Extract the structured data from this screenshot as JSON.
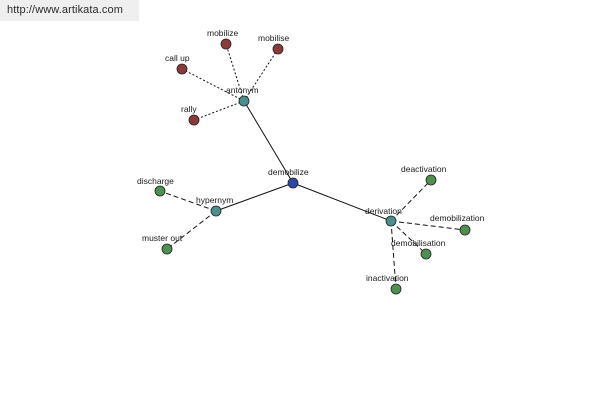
{
  "header": {
    "url": "http://www.artikata.com"
  },
  "colors": {
    "center": "#2f48a8",
    "relation": "#4a8e8e",
    "antonym_leaf": "#8a3a3a",
    "hypernym_leaf": "#4f8f4f",
    "derivation_leaf": "#4f8f4f"
  },
  "graph": {
    "center": {
      "label": "demobilize"
    },
    "relations": [
      {
        "label": "antonym",
        "leaves": [
          {
            "label": "mobilize"
          },
          {
            "label": "mobilise"
          },
          {
            "label": "call up"
          },
          {
            "label": "rally"
          }
        ]
      },
      {
        "label": "hypernym",
        "leaves": [
          {
            "label": "discharge"
          },
          {
            "label": "muster out"
          }
        ]
      },
      {
        "label": "derivation",
        "leaves": [
          {
            "label": "deactivation"
          },
          {
            "label": "demobilization"
          },
          {
            "label": "demobilisation"
          },
          {
            "label": "inactivation"
          }
        ]
      }
    ]
  }
}
